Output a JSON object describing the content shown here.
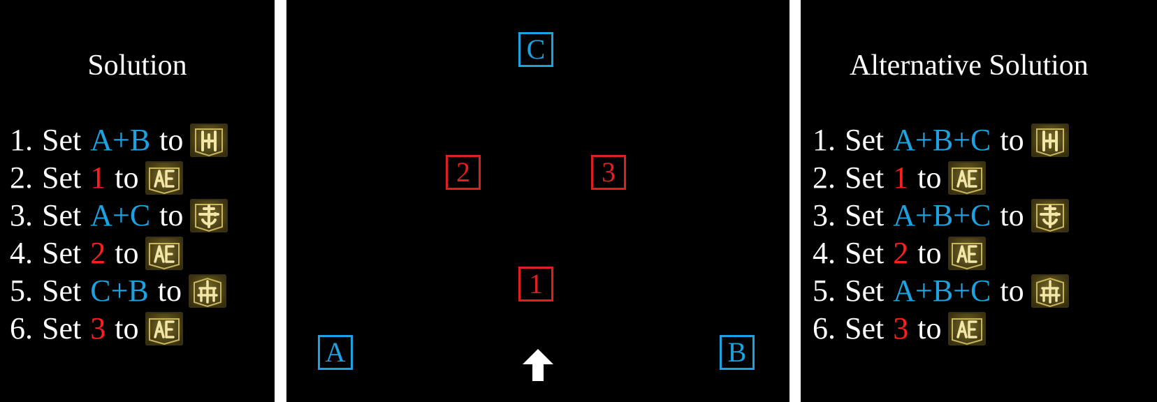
{
  "left": {
    "title": "Solution",
    "steps": [
      {
        "num": "1.",
        "verb": "Set",
        "target": "A+B",
        "color": "blue",
        "word": "to",
        "rune": "rune-h"
      },
      {
        "num": "2.",
        "verb": "Set",
        "target": "1",
        "color": "red",
        "word": "to",
        "rune": "rune-ae"
      },
      {
        "num": "3.",
        "verb": "Set",
        "target": "A+C",
        "color": "blue",
        "word": "to",
        "rune": "rune-cross"
      },
      {
        "num": "4.",
        "verb": "Set",
        "target": "2",
        "color": "red",
        "word": "to",
        "rune": "rune-ae"
      },
      {
        "num": "5.",
        "verb": "Set",
        "target": "C+B",
        "color": "blue",
        "word": "to",
        "rune": "rune-crown"
      },
      {
        "num": "6.",
        "verb": "Set",
        "target": "3",
        "color": "red",
        "word": "to",
        "rune": "rune-ae"
      }
    ]
  },
  "map": {
    "markers": [
      {
        "id": "C",
        "color": "blue"
      },
      {
        "id": "2",
        "color": "red"
      },
      {
        "id": "3",
        "color": "red"
      },
      {
        "id": "1",
        "color": "red"
      },
      {
        "id": "A",
        "color": "blue"
      },
      {
        "id": "B",
        "color": "blue"
      }
    ],
    "arrow_icon": "up-arrow-icon"
  },
  "right": {
    "title": "Alternative Solution",
    "steps": [
      {
        "num": "1.",
        "verb": "Set",
        "target": "A+B+C",
        "color": "blue",
        "word": "to",
        "rune": "rune-h"
      },
      {
        "num": "2.",
        "verb": "Set",
        "target": "1",
        "color": "red",
        "word": "to",
        "rune": "rune-ae"
      },
      {
        "num": "3.",
        "verb": "Set",
        "target": "A+B+C",
        "color": "blue",
        "word": "to",
        "rune": "rune-cross"
      },
      {
        "num": "4.",
        "verb": "Set",
        "target": "2",
        "color": "red",
        "word": "to",
        "rune": "rune-ae"
      },
      {
        "num": "5.",
        "verb": "Set",
        "target": "A+B+C",
        "color": "blue",
        "word": "to",
        "rune": "rune-crown"
      },
      {
        "num": "6.",
        "verb": "Set",
        "target": "3",
        "color": "red",
        "word": "to",
        "rune": "rune-ae"
      }
    ]
  },
  "colors": {
    "blue": "#1aa3e0",
    "red": "#ff1e1e",
    "background": "#000000",
    "divider": "#ffffff"
  }
}
